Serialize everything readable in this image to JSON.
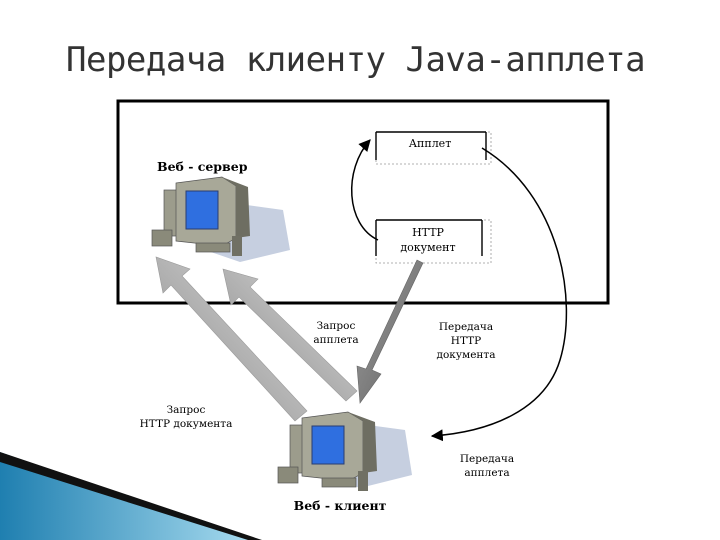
{
  "title": "Передача клиенту Java-апплета",
  "server": {
    "label": "Веб - сервер"
  },
  "client": {
    "label": "Веб - клиент"
  },
  "boxes": {
    "applet": "Апплет",
    "http_doc_line1": "HTTP",
    "http_doc_line2": "документ"
  },
  "arrows": {
    "request_applet_line1": "Запрос",
    "request_applet_line2": "апплета",
    "request_http_line1": "Запрос",
    "request_http_line2": "HTTP документа",
    "send_http_line1": "Передача",
    "send_http_line2": "HTTP",
    "send_http_line3": "документа",
    "send_applet_line1": "Передача",
    "send_applet_line2": "апплета"
  },
  "colors": {
    "monitor_screen": "#2f6fe0",
    "computer_body": "#9c9c8c",
    "shadow": "#c6cfe0",
    "arrow_light": "#c4c4c4",
    "arrow_dark": "#7c7c7c",
    "accent_blue": "#4aa6cf"
  },
  "icons": [
    "server-computer-icon",
    "client-computer-icon"
  ]
}
